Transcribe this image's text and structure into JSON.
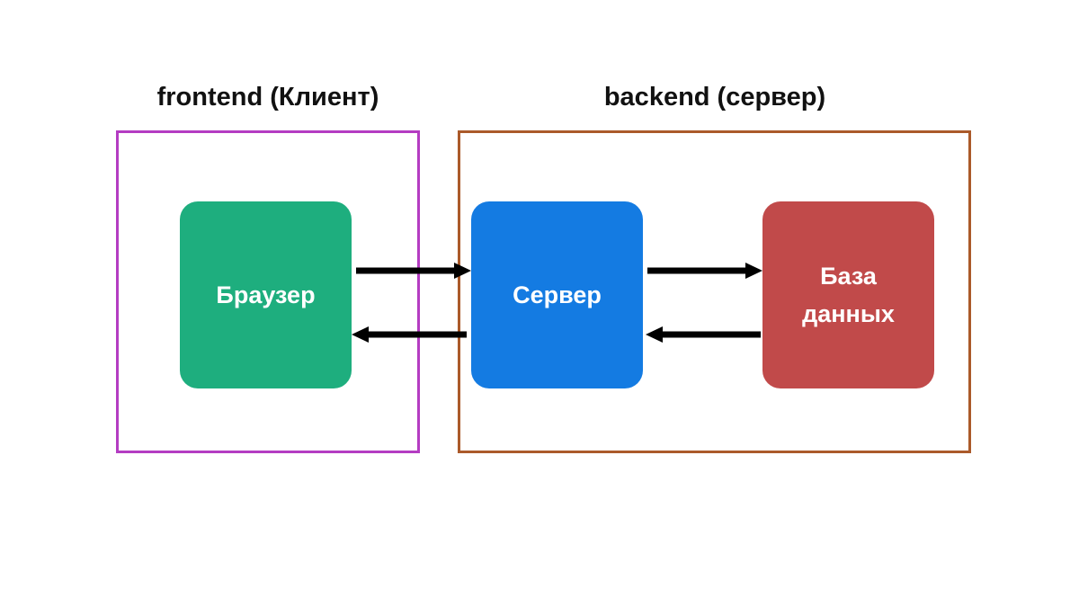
{
  "frontend_group": {
    "title": "frontend (Клиент)",
    "color": "#b43cc2"
  },
  "backend_group": {
    "title": "backend (сервер)",
    "color": "#ab5a2a"
  },
  "nodes": {
    "browser": {
      "label": "Браузер",
      "color": "#1eae7e"
    },
    "server": {
      "label": "Сервер",
      "color": "#147be2"
    },
    "database": {
      "label": "База\nданных",
      "color": "#c14a4a"
    }
  },
  "arrow_color": "#000000"
}
